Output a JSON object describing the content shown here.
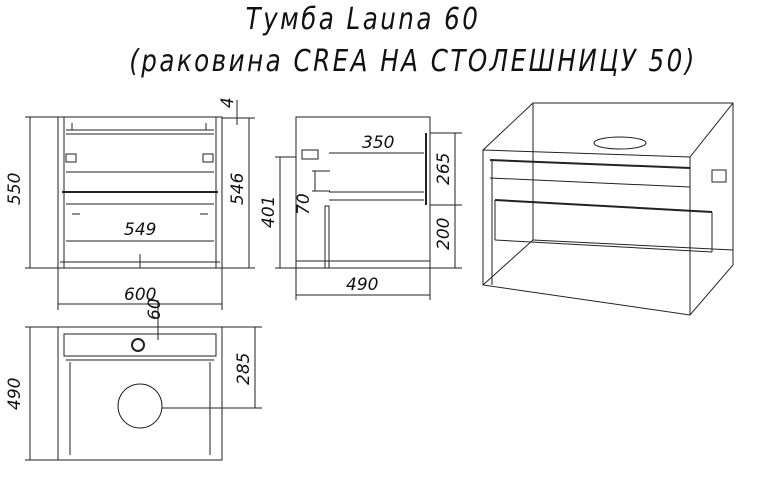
{
  "title": {
    "line1": "Тумба Launa 60",
    "line2": "(раковина CREA НА СТОЛЕШНИЦУ 50)"
  },
  "front_view": {
    "height_total": "550",
    "height_inner": "546",
    "top_gap": "4",
    "inner_width": "549",
    "width": "600"
  },
  "side_view": {
    "drawer_depth": "350",
    "upper_height": "265",
    "lower_height": "200",
    "rail_height": "401",
    "bracket_height": "70",
    "depth": "490"
  },
  "top_view": {
    "depth": "490",
    "hole_offset": "285",
    "overflow_offset": "60"
  }
}
